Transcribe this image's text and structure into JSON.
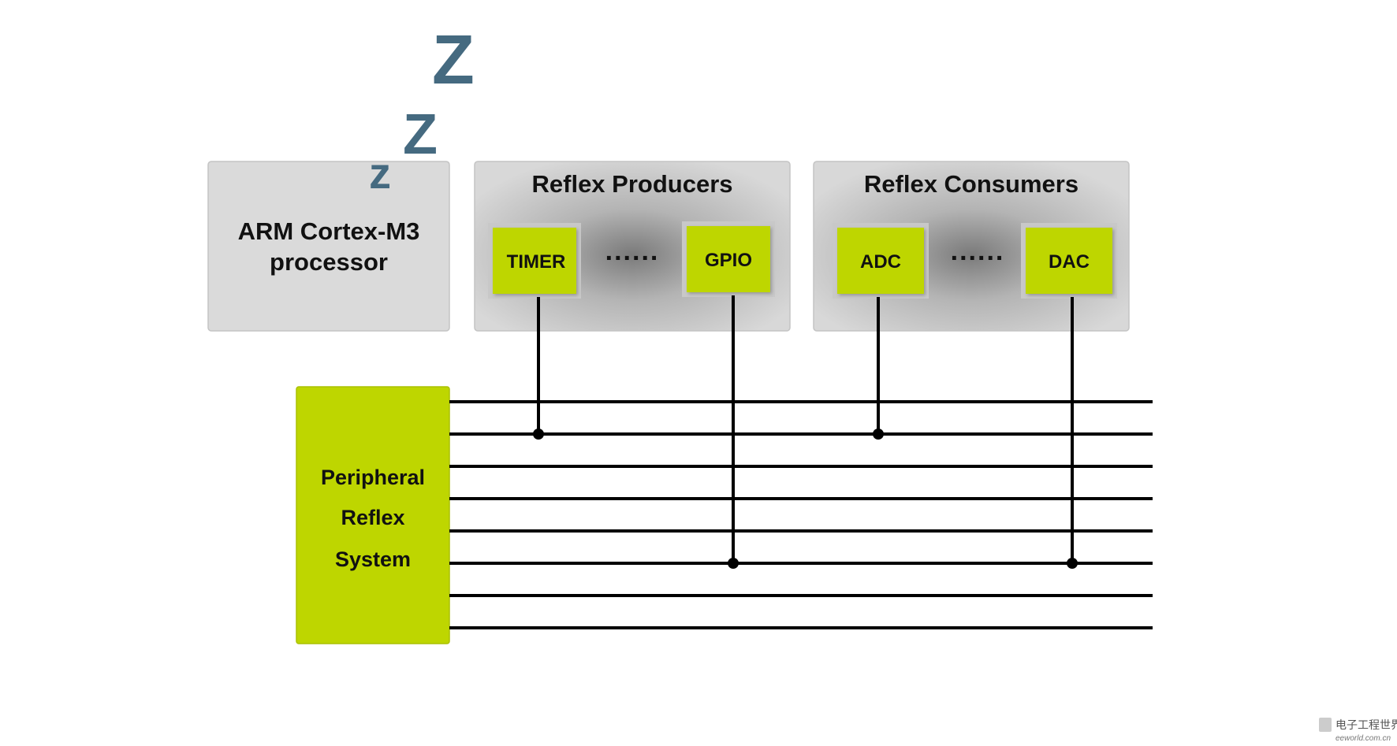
{
  "diagram": {
    "cpu": {
      "line1": "ARM Cortex-M3",
      "line2": "processor"
    },
    "sleep_glyphs": [
      "z",
      "Z",
      "Z"
    ],
    "producers": {
      "title": "Reflex Producers",
      "left_block": "TIMER",
      "right_block": "GPIO",
      "ellipsis": "......"
    },
    "consumers": {
      "title": "Reflex Consumers",
      "left_block": "ADC",
      "right_block": "DAC",
      "ellipsis": "......"
    },
    "prs": {
      "line1": "Peripheral",
      "line2": "Reflex",
      "line3": "System"
    },
    "channel_count": 8,
    "connections": [
      {
        "from": "TIMER",
        "channel": 2
      },
      {
        "from": "ADC",
        "channel": 2
      },
      {
        "from": "GPIO",
        "channel": 6
      },
      {
        "from": "DAC",
        "channel": 6
      }
    ],
    "colors": {
      "accent_green": "#bed600",
      "panel_gray": "#dadada",
      "sleep_blue": "#456a80",
      "line": "#000000"
    }
  },
  "watermark": {
    "cn": "电子工程世界",
    "url": "eeworld.com.cn"
  }
}
